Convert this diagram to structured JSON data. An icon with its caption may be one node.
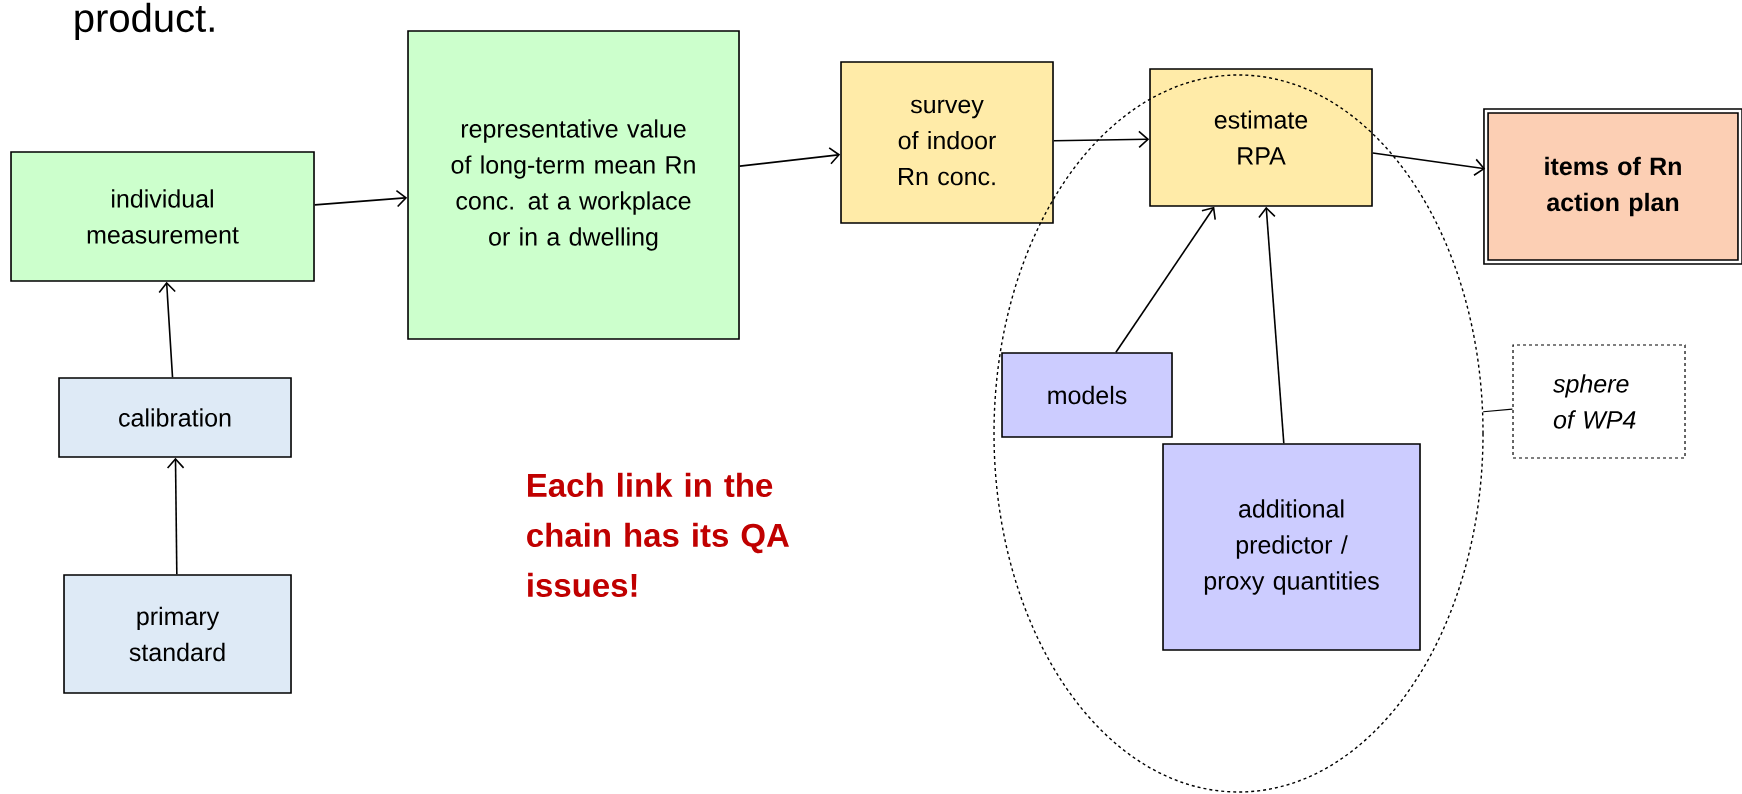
{
  "diagram": {
    "nodes": [
      {
        "text": [
          "individual measurement"
        ]
      },
      {
        "text": [
          "representative value of long-term mean Rn conc. at a workplace or in a dwelling"
        ]
      },
      {
        "text": [
          "survey of indoor Rn conc."
        ]
      },
      {
        "text": [],
        "shape": "ellipse"
      },
      {
        "text": [
          "estimate RPA"
        ],
        "in": 3
      },
      {
        "text": [
          "items of Rn action plan"
        ]
      },
      {
        "text": [
          "calibration"
        ]
      },
      {
        "text": [
          "primary standard"
        ]
      },
      {
        "text": [
          "models"
        ],
        "in": 3
      },
      {
        "text": [
          "additional predictor / proxy quantities"
        ],
        "in": 3
      },
      {
        "text": [
          "sphere of WP4"
        ]
      }
    ],
    "edges": [
      {
        "from": 0,
        "to": 1,
        "arrow": "to"
      },
      {
        "from": 1,
        "to": 2,
        "arrow": "to"
      },
      {
        "from": 2,
        "to": 4,
        "arrow": "to"
      },
      {
        "from": 4,
        "to": 5,
        "arrow": "to"
      },
      {
        "from": 6,
        "to": 0,
        "arrow": "to"
      },
      {
        "from": 7,
        "to": 6,
        "arrow": "to"
      },
      {
        "from": 8,
        "to": 4,
        "arrow": "to"
      },
      {
        "from": 9,
        "to": 4,
        "arrow": "to"
      },
      {
        "from": 10,
        "to": 3,
        "arrow": "none"
      }
    ],
    "labels": [
      "product.",
      "Each link in the chain has its QA issues!"
    ]
  }
}
